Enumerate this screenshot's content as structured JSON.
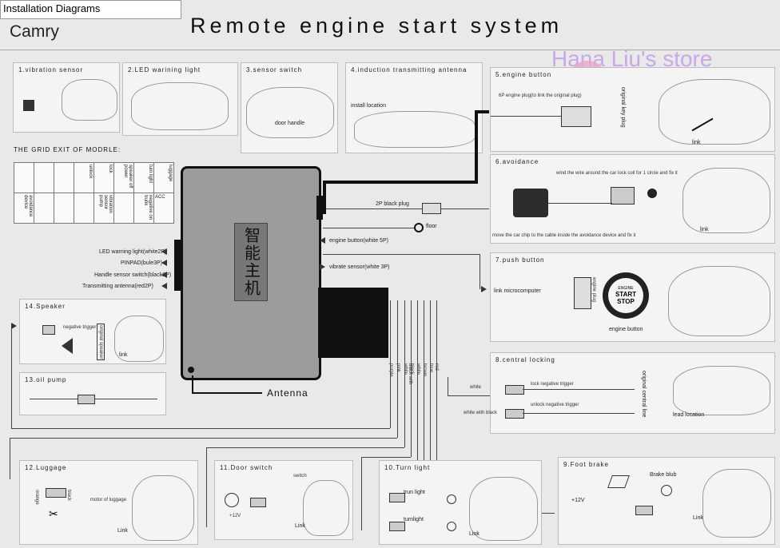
{
  "header": {
    "tab_title": "Installation Diagrams",
    "model": "Camry",
    "main_title": "Remote engine start system",
    "watermark": "Hana Liu's store"
  },
  "panels": {
    "p1": {
      "label": "1.vibration sensor"
    },
    "p2": {
      "label": "2.LED warining light"
    },
    "p3": {
      "label": "3.sensor switch",
      "note": "door handle"
    },
    "p4": {
      "label": "4.induction transmitting antenna",
      "note": "install location"
    },
    "p5": {
      "label": "5.engine button",
      "note": "6P engine plug(to link the original plug)",
      "side": "original key plug",
      "link": "link"
    },
    "p6": {
      "label": "6.avoidance",
      "note_top": "wind the wire around the car lock coil for 1 circle and fix it",
      "note_bottom": "move the car chip to the cable inside the avoidance device and fix it",
      "link": "link"
    },
    "p7": {
      "label": "7.push button",
      "note": "link microcomputer",
      "plug": "engine plug",
      "btn_line1": "ENGINE",
      "btn_line2": "START",
      "btn_line3": "STOP",
      "caption": "engine button"
    },
    "p8": {
      "label": "8.central locking",
      "w1": "white",
      "w2": "white with black",
      "t1": "lock negative trigger",
      "t2": "unlock negative trigger",
      "side": "original central line",
      "loc": "lead location"
    },
    "p9": {
      "label": "9.Foot brake",
      "v": "+12V",
      "brake": "Brake blub",
      "link": "Link"
    },
    "p10": {
      "label": "10.Turn light",
      "t1": "trun light",
      "t2": "turnlight",
      "link": "Link"
    },
    "p11": {
      "label": "11.Door switch",
      "sw": "switch",
      "v": "+12V",
      "link": "Link"
    },
    "p12": {
      "label": "12.Luggage",
      "motor": "motor of luggage",
      "link": "Link",
      "w1": "orange",
      "w2": "black"
    },
    "p13": {
      "label": "13.oil pump"
    },
    "p14": {
      "label": "14.Speaker",
      "neg": "negative trigger",
      "orig": "original speaker",
      "link": "link"
    }
  },
  "grid": {
    "title": "THE GRID EXIT OF MODRLE:",
    "headers": [
      "",
      "",
      "",
      "unlock",
      "lock",
      "speaker off power",
      "turn light",
      "luggage"
    ],
    "sub": [
      "avoidance device",
      "",
      "",
      "",
      "vibration sensor pump",
      "",
      "negative on trunk",
      "ACC"
    ]
  },
  "module": {
    "text": "智能主机",
    "antenna": "Antenna"
  },
  "connectors_left": [
    "LED warning light(white2P)",
    "PINPAD(bule3P)",
    "Handle sensor switch(black2P)",
    "Transmitting antenna(red2P)"
  ],
  "connectors_right": {
    "black_plug": "2P black plug",
    "floor": "floor",
    "engine": "engine button(white 5P)",
    "vibrate": "vibrate sensor(white 3P)"
  },
  "wire_colors": [
    "purple",
    "pink",
    "black with white",
    "black",
    "white",
    "brown",
    "blue",
    "red"
  ]
}
